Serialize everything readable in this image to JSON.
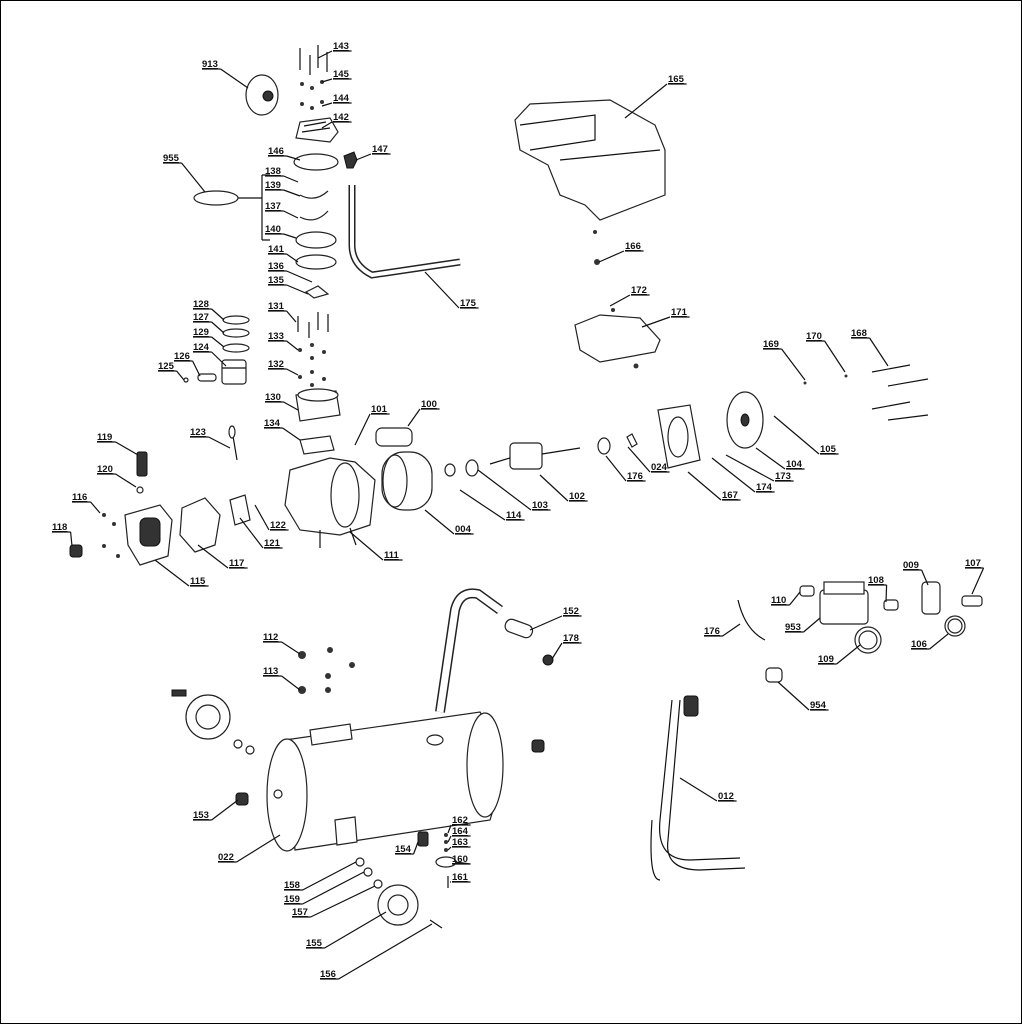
{
  "diagram": {
    "type": "exploded parts diagram",
    "accent_color": "#111111",
    "part_labels": [
      "143",
      "913",
      "145",
      "144",
      "142",
      "146",
      "147",
      "955",
      "138",
      "139",
      "137",
      "140",
      "141",
      "136",
      "135",
      "165",
      "166",
      "175",
      "172",
      "171",
      "128",
      "127",
      "129",
      "124",
      "126",
      "125",
      "131",
      "133",
      "132",
      "130",
      "169",
      "170",
      "168",
      "101",
      "100",
      "134",
      "119",
      "123",
      "120",
      "116",
      "118",
      "115",
      "117",
      "121",
      "122",
      "111",
      "004",
      "114",
      "103",
      "102",
      "176",
      "024",
      "167",
      "174",
      "173",
      "104",
      "105",
      "009",
      "107",
      "110",
      "108",
      "953",
      "106",
      "109",
      "954",
      "112",
      "113",
      "152",
      "178",
      "176",
      "012",
      "153",
      "022",
      "154",
      "162",
      "164",
      "163",
      "160",
      "161",
      "158",
      "159",
      "157",
      "155",
      "156"
    ]
  }
}
